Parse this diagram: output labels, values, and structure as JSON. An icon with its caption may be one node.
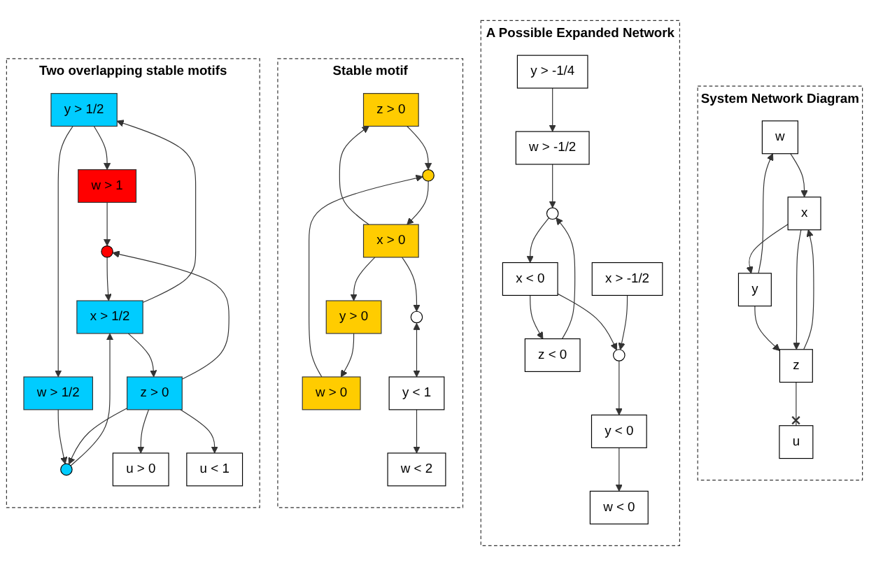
{
  "diagram": {
    "nodes": [
      {
        "text": [
          "System Network Diagram"
        ]
      },
      {
        "text": [
          "w"
        ],
        "in": 0
      },
      {
        "text": [
          "x"
        ],
        "in": 0
      },
      {
        "text": [
          "u"
        ],
        "in": 0
      },
      {
        "text": [
          "y"
        ],
        "in": 0
      },
      {
        "text": [
          "z"
        ],
        "in": 0
      },
      {
        "text": [
          "A Possible Expanded Network"
        ]
      },
      {
        "text": [
          "y > -1/4"
        ],
        "in": 6
      },
      {
        "text": [
          "z < 0"
        ],
        "in": 6
      },
      {
        "text": [
          "x > -1/2"
        ],
        "in": 6
      },
      {
        "text": [
          "y < 0"
        ],
        "in": 6
      },
      {
        "text": [
          "w > -1/2"
        ],
        "in": 6
      },
      {
        "text": [
          "x < 0"
        ],
        "in": 6
      },
      {
        "text": [],
        "shape": "circle",
        "in": 6
      },
      {
        "text": [],
        "shape": "circle",
        "in": 6
      },
      {
        "text": [
          "w < 0"
        ],
        "in": 6
      },
      {
        "text": [
          "Stable motif"
        ]
      },
      {
        "text": [
          "z > 0"
        ],
        "in": 16
      },
      {
        "text": [],
        "shape": "circle",
        "in": 16
      },
      {
        "text": [],
        "shape": "circle",
        "in": 16
      },
      {
        "text": [
          "y < 1"
        ],
        "in": 16
      },
      {
        "text": [
          "x > 0"
        ],
        "in": 16
      },
      {
        "text": [
          "w > 0"
        ],
        "in": 16
      },
      {
        "text": [
          "w < 2"
        ],
        "in": 16
      },
      {
        "text": [
          "y > 0"
        ],
        "in": 16
      },
      {
        "text": [
          "Two overlapping stable motifs"
        ]
      },
      {
        "text": [
          "y > 1/2"
        ],
        "in": 25
      },
      {
        "text": [
          "w > 1"
        ],
        "in": 25
      },
      {
        "text": [
          "w > 1/2"
        ],
        "in": 25
      },
      {
        "text": [
          "x > 1/2"
        ],
        "in": 25
      },
      {
        "text": [],
        "shape": "circle",
        "in": 25
      },
      {
        "text": [
          "u > 0"
        ],
        "in": 25
      },
      {
        "text": [],
        "shape": "circle",
        "in": 25
      },
      {
        "text": [
          "z > 0"
        ],
        "in": 25
      },
      {
        "text": [
          "u < 1"
        ],
        "in": 25
      }
    ],
    "edges": [
      {
        "from": 1,
        "to": 2,
        "arrow": "to"
      },
      {
        "from": 2,
        "to": 4,
        "arrow": "to"
      },
      {
        "from": 4,
        "to": 1,
        "arrow": "to"
      },
      {
        "from": 4,
        "to": 5,
        "arrow": "to"
      },
      {
        "from": 2,
        "to": 5,
        "arrow": "to"
      },
      {
        "from": 5,
        "to": 2,
        "arrow": "to"
      },
      {
        "from": 5,
        "to": 3,
        "arrow": "other"
      },
      {
        "from": 7,
        "to": 11,
        "arrow": "to"
      },
      {
        "from": 11,
        "to": 13,
        "arrow": "to"
      },
      {
        "from": 8,
        "to": 13,
        "arrow": "to"
      },
      {
        "from": 13,
        "to": 12,
        "arrow": "to"
      },
      {
        "from": 12,
        "to": 8,
        "arrow": "to"
      },
      {
        "from": 12,
        "to": 14,
        "arrow": "to"
      },
      {
        "from": 9,
        "to": 14,
        "arrow": "to"
      },
      {
        "from": 14,
        "to": 10,
        "arrow": "to"
      },
      {
        "from": 10,
        "to": 15,
        "arrow": "to"
      },
      {
        "from": 17,
        "to": 18,
        "arrow": "to"
      },
      {
        "from": 22,
        "to": 18,
        "arrow": "to"
      },
      {
        "from": 18,
        "to": 21,
        "arrow": "to"
      },
      {
        "from": 21,
        "to": 17,
        "arrow": "to"
      },
      {
        "from": 21,
        "to": 24,
        "arrow": "to"
      },
      {
        "from": 24,
        "to": 22,
        "arrow": "to"
      },
      {
        "from": 21,
        "to": 19,
        "arrow": "to"
      },
      {
        "from": 19,
        "to": 20,
        "arrow": "both"
      },
      {
        "from": 20,
        "to": 23,
        "arrow": "to"
      },
      {
        "from": 26,
        "to": 27,
        "arrow": "to"
      },
      {
        "from": 26,
        "to": 28,
        "arrow": "to"
      },
      {
        "from": 29,
        "to": 26,
        "arrow": "to"
      },
      {
        "from": 28,
        "to": 30,
        "arrow": "to"
      },
      {
        "from": 30,
        "to": 29,
        "arrow": "to"
      },
      {
        "from": 33,
        "to": 30,
        "arrow": "to"
      },
      {
        "from": 27,
        "to": 32,
        "arrow": "to"
      },
      {
        "from": 33,
        "to": 32,
        "arrow": "to"
      },
      {
        "from": 32,
        "to": 29,
        "arrow": "to"
      },
      {
        "from": 29,
        "to": 33,
        "arrow": "to"
      },
      {
        "from": 33,
        "to": 31,
        "arrow": "to"
      },
      {
        "from": 33,
        "to": 34,
        "arrow": "to"
      }
    ]
  }
}
